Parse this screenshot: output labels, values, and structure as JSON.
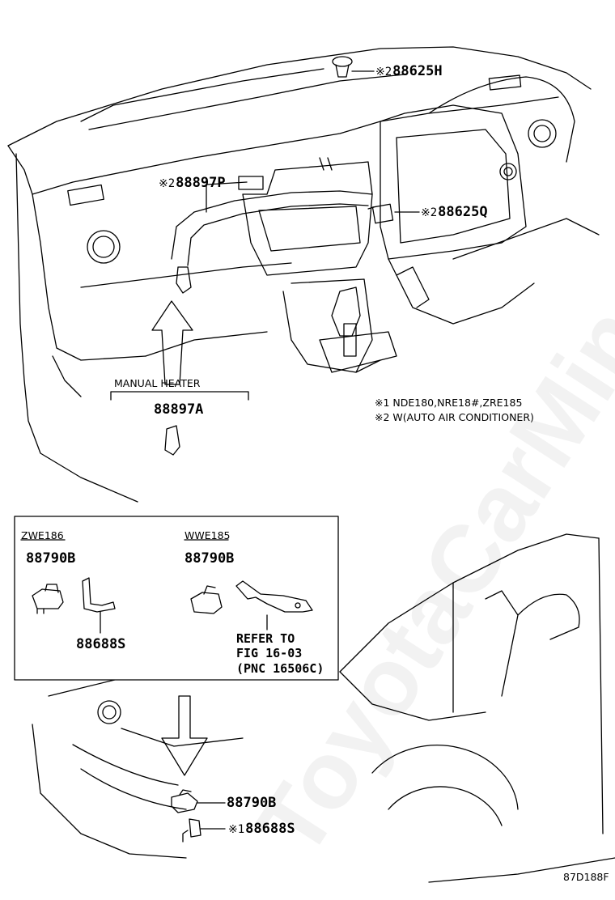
{
  "parts": {
    "p88625h": {
      "mark": "※2",
      "number": "88625H"
    },
    "p88897p": {
      "mark": "※2",
      "number": "88897P"
    },
    "p88625q": {
      "mark": "※2",
      "number": "88625Q"
    },
    "p88897a": {
      "number": "88897A"
    },
    "zwe_88790b": {
      "number": "88790B"
    },
    "zwe_88688s": {
      "number": "88688S"
    },
    "wwe_88790b": {
      "number": "88790B"
    },
    "bottom_88790b": {
      "number": "88790B"
    },
    "bottom_88688s": {
      "mark": "※1",
      "number": "88688S"
    }
  },
  "group_labels": {
    "manual_heater": "MANUAL HEATER",
    "zwe186": "ZWE186",
    "wwe185": "WWE185"
  },
  "refer": {
    "line1": "REFER TO",
    "line2": "FIG 16-03",
    "line3": "(PNC 16506C)"
  },
  "notes": {
    "note1": "※1 NDE180,NRE18#,ZRE185",
    "note2": "※2 W(AUTO AIR CONDITIONER)"
  },
  "figure_code": "87D188F",
  "watermark": "ToyotaCarMine.ru"
}
